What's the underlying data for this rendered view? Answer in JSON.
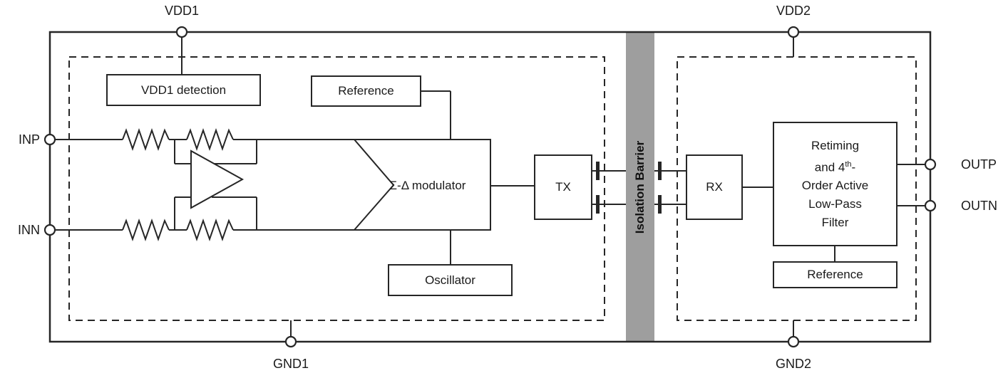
{
  "diagram": {
    "pins": {
      "vdd1": "VDD1",
      "vdd2": "VDD2",
      "gnd1": "GND1",
      "gnd2": "GND2",
      "inp": "INP",
      "inn": "INN",
      "outp": "OUTP",
      "outn": "OUTN"
    },
    "blocks": {
      "vdd1_detection": "VDD1 detection",
      "reference_left": "Reference",
      "sigma_delta_modulator": "Σ-Δ modulator",
      "oscillator": "Oscillator",
      "tx": "TX",
      "rx": "RX",
      "reference_right": "Reference",
      "isolation_barrier": "Isolation Barrier",
      "filter": {
        "line1": "Retiming",
        "line2_pre": "and 4",
        "line2_sup": "th",
        "line2_post": "-",
        "line3": "Order Active",
        "line4": "Low-Pass",
        "line5": "Filter"
      }
    },
    "colors": {
      "barrier_fill": "#9e9e9e",
      "line": "#262626",
      "background": "#ffffff"
    }
  }
}
